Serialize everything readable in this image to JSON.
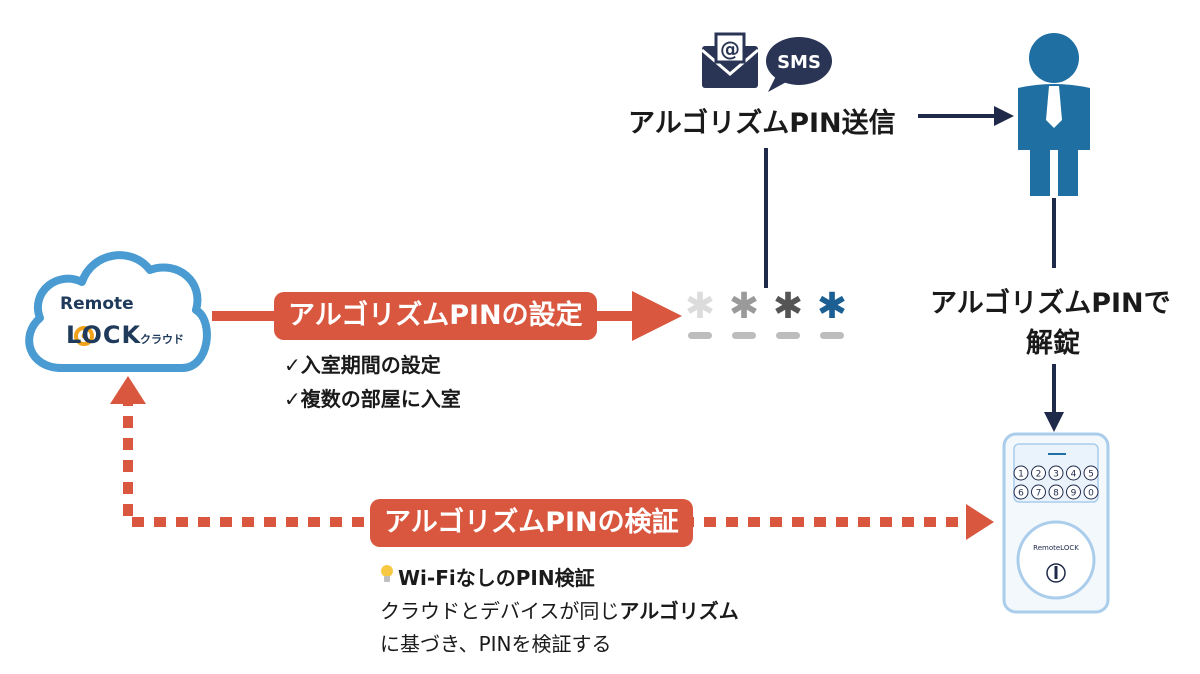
{
  "cloud": {
    "brand_line1": "Remote",
    "brand_line2": "LOCK",
    "brand_suffix": "クラウド"
  },
  "icons": {
    "email_symbol": "@",
    "sms_label": "SMS"
  },
  "send": {
    "label": "アルゴリズムPIN送信"
  },
  "setting": {
    "label": "アルゴリズムPINの設定",
    "bullets": [
      "✓入室期間の設定",
      "✓複数の部屋に入室"
    ]
  },
  "pin_glyph": "✱",
  "unlock": {
    "line1": "アルゴリズムPINで",
    "line2": "解錠"
  },
  "verify": {
    "label": "アルゴリズムPINの検証",
    "note_title": "Wi-FiなしのPIN検証",
    "note_line1_normal": "クラウドとデバイスが同じ",
    "note_line1_bold": "アルゴリズム",
    "note_line2": "に基づき、PINを検証する"
  },
  "lock": {
    "keys": [
      "1",
      "2",
      "3",
      "4",
      "5",
      "6",
      "7",
      "8",
      "9",
      "0"
    ],
    "brand": "RemoteLOCK"
  },
  "colors": {
    "accent_red": "#d9573f",
    "navy": "#1f2a4a",
    "person_blue": "#1f6fa3",
    "cloud_stroke": "#4a9bd2",
    "lock_blue": "#a9cdea",
    "pin_colors": [
      "#dcdcdc",
      "#9a9a9a",
      "#555555",
      "#1b5f93"
    ]
  }
}
